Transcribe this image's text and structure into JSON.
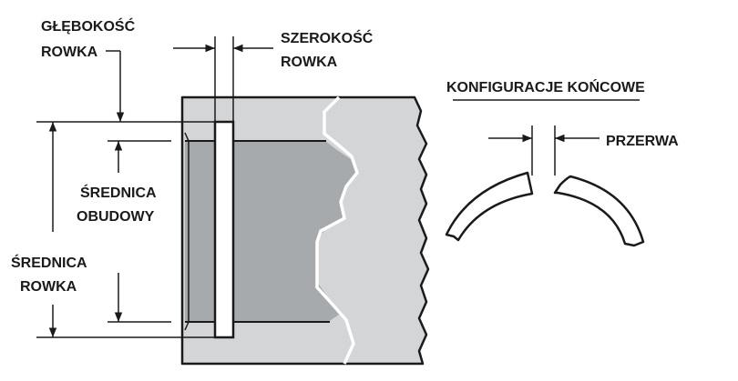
{
  "labels": {
    "groove_depth_line1": "GŁĘBOKOŚĆ",
    "groove_depth_line2": "ROWKA",
    "groove_width_line1": "SZEROKOŚĆ",
    "groove_width_line2": "ROWKA",
    "housing_diameter_line1": "ŚREDNICA",
    "housing_diameter_line2": "OBUDOWY",
    "groove_diameter_line1": "ŚREDNICA",
    "groove_diameter_line2": "ROWKA",
    "end_configurations": "KONFIGURACJE KOŃCOWE",
    "gap": "PRZERWA"
  },
  "colors": {
    "housing_light": "#d3d5d6",
    "housing_bore": "#a7aaad",
    "outline": "#1a1a1a",
    "background": "#ffffff"
  }
}
